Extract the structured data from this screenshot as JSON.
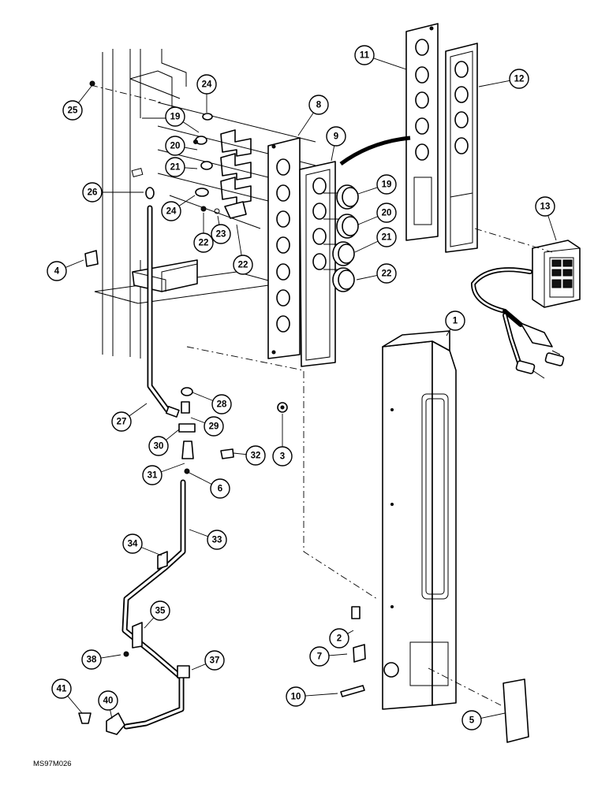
{
  "drawing_code": "MS97M026",
  "callouts": [
    {
      "label": "25"
    },
    {
      "label": "24"
    },
    {
      "label": "19"
    },
    {
      "label": "20"
    },
    {
      "label": "21"
    },
    {
      "label": "26"
    },
    {
      "label": "24"
    },
    {
      "label": "22"
    },
    {
      "label": "23"
    },
    {
      "label": "22"
    },
    {
      "label": "4"
    },
    {
      "label": "8"
    },
    {
      "label": "9"
    },
    {
      "label": "19"
    },
    {
      "label": "20"
    },
    {
      "label": "21"
    },
    {
      "label": "22"
    },
    {
      "label": "11"
    },
    {
      "label": "12"
    },
    {
      "label": "13"
    },
    {
      "label": "1"
    },
    {
      "label": "27"
    },
    {
      "label": "28"
    },
    {
      "label": "29"
    },
    {
      "label": "30"
    },
    {
      "label": "31"
    },
    {
      "label": "32"
    },
    {
      "label": "6"
    },
    {
      "label": "3"
    },
    {
      "label": "34"
    },
    {
      "label": "33"
    },
    {
      "label": "35"
    },
    {
      "label": "38"
    },
    {
      "label": "37"
    },
    {
      "label": "41"
    },
    {
      "label": "40"
    },
    {
      "label": "2"
    },
    {
      "label": "7"
    },
    {
      "label": "10"
    },
    {
      "label": "5"
    }
  ]
}
